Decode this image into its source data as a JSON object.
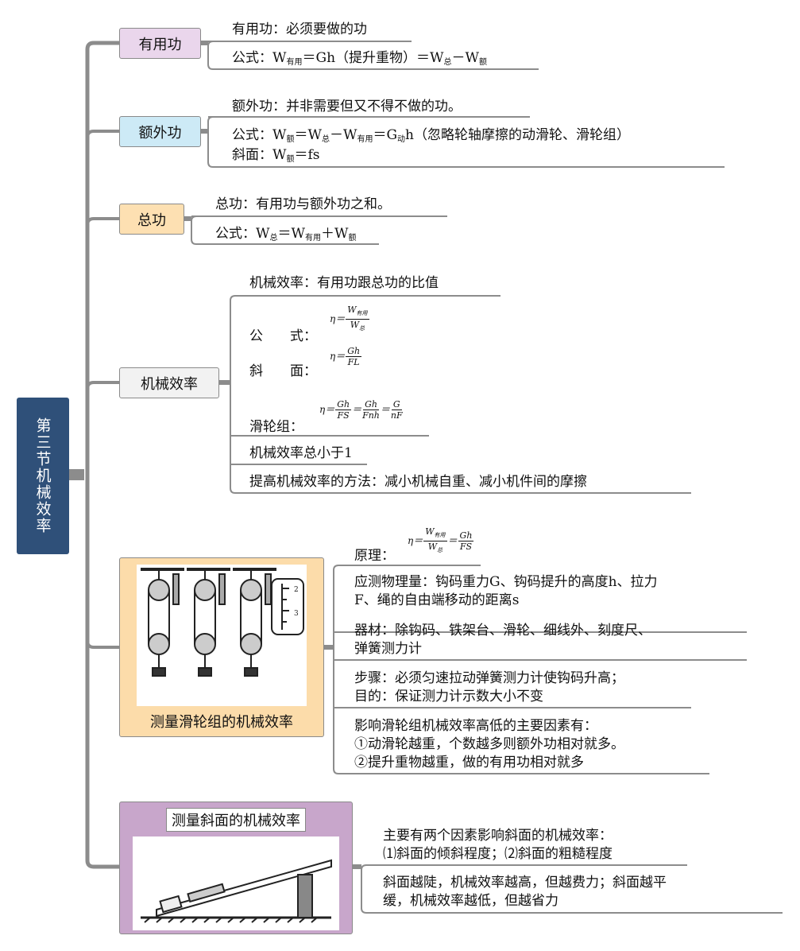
{
  "root": {
    "title": "第三节机械效率"
  },
  "useful": {
    "label": "有用功",
    "def": "有用功：必须要做的功",
    "f": [
      "公式：W",
      "有用",
      "＝Gh（提升重物）＝W",
      "总",
      "－W",
      "额"
    ]
  },
  "extra": {
    "label": "额外功",
    "def": "额外功：并非需要但又不得不做的功。",
    "f": [
      "公式：W",
      "额",
      "＝W",
      "总",
      "－W",
      "有用",
      "＝G",
      "动",
      "h（忽略轮轴摩擦的动滑轮、滑轮组）"
    ],
    "f2": [
      "斜面：W",
      "额",
      "＝fs"
    ]
  },
  "total": {
    "label": "总功",
    "def": "总功：有用功与额外功之和。",
    "f": [
      "公式：W",
      "总",
      "＝W",
      "有用",
      "＋W",
      "额"
    ]
  },
  "eff": {
    "label": "机械效率",
    "def": "机械效率：有用功跟总功的比值",
    "formula_label": "公　　式：",
    "incline_label": "斜　　面：",
    "pulley_label": "滑轮组：",
    "fr": {
      "eta": "η＝",
      "eq": "＝",
      "W": "W",
      "useful": "有用",
      "total": "总",
      "Gh": "Gh",
      "FL": "FL",
      "FS": "FS",
      "Fnh": "Fnh",
      "G": "G",
      "nF": "nF"
    },
    "less": "机械效率总小于1",
    "improve": "提高机械效率的方法：减小机械自重、减小机件间的摩擦"
  },
  "pulley": {
    "label": "测量滑轮组的机械效率",
    "principle": "原理：",
    "measure": [
      "应测物理量：钩码重力G、钩码提升的高度h、拉力",
      "F、绳的自由端移动的距离s"
    ],
    "equip": [
      "器材：除钩码、铁架台、滑轮、细线外、刻度尺、",
      "弹簧测力计"
    ],
    "steps": [
      "步骤：必须匀速拉动弹簧测力计使钩码升高；",
      "目的：保证测力计示数大小不变"
    ],
    "factors": [
      "影响滑轮组机械效率高低的主要因素有：",
      "①动滑轮越重，个数越多则额外功相对就多。",
      "②提升重物越重，做的有用功相对就多"
    ],
    "scale": [
      "2",
      "3"
    ]
  },
  "incline": {
    "label": "测量斜面的机械效率",
    "factors": [
      "主要有两个因素影响斜面的机械效率：",
      "⑴斜面的倾斜程度；⑵斜面的粗糙程度"
    ],
    "effect": [
      "斜面越陡，机械效率越高，但越费力；斜面越平",
      "缓，机械效率越低，但越省力"
    ]
  },
  "colors": {
    "root": "#2f5079",
    "useful": "#ead6ec",
    "extra": "#cdeaf6",
    "total": "#fde0b2",
    "eff": "#f2f2f2",
    "pulley": "#fcdcaa",
    "incline": "#c8a6cb",
    "line": "#8c8c8c"
  }
}
